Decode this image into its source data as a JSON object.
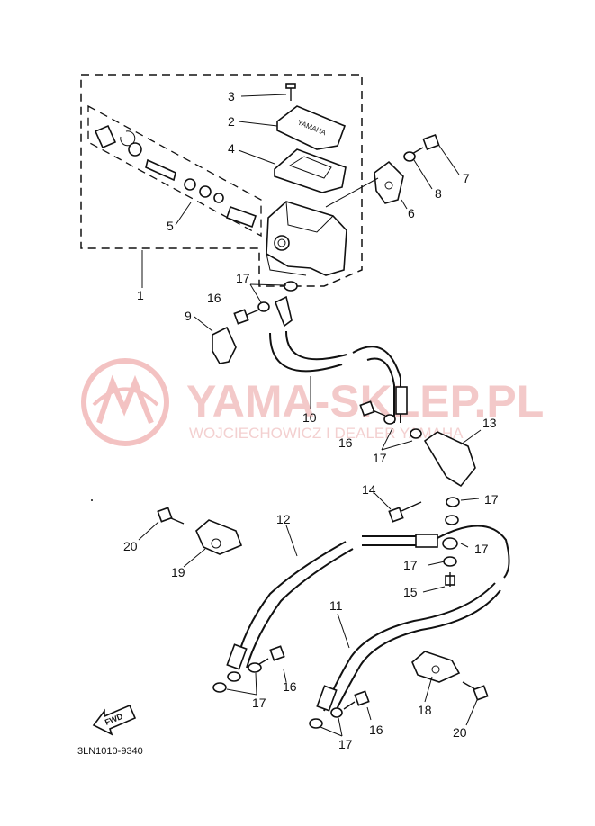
{
  "watermark": {
    "brand": "YAMA-SKLEP.PL",
    "tagline": "WOJCIECHOWICZ I DEALER YAMAHA",
    "color": "#f2b8b8"
  },
  "diagram_code": "3LN1010-9340",
  "fwd_label": "FWD",
  "cover_text": "YAMAHA",
  "callouts": {
    "c1": "1",
    "c2": "2",
    "c3": "3",
    "c4": "4",
    "c5": "5",
    "c6": "6",
    "c7": "7",
    "c8": "8",
    "c9": "9",
    "c10": "10",
    "c11": "11",
    "c12": "12",
    "c13": "13",
    "c14": "14",
    "c15": "15",
    "c16a": "16",
    "c16b": "16",
    "c16c": "16",
    "c16d": "16",
    "c17a": "17",
    "c17b": "17",
    "c17c": "17",
    "c17d": "17",
    "c17e": "17",
    "c17f": "17",
    "c17g": "17",
    "c18": "18",
    "c19": "19",
    "c20a": "20",
    "c20b": "20"
  }
}
